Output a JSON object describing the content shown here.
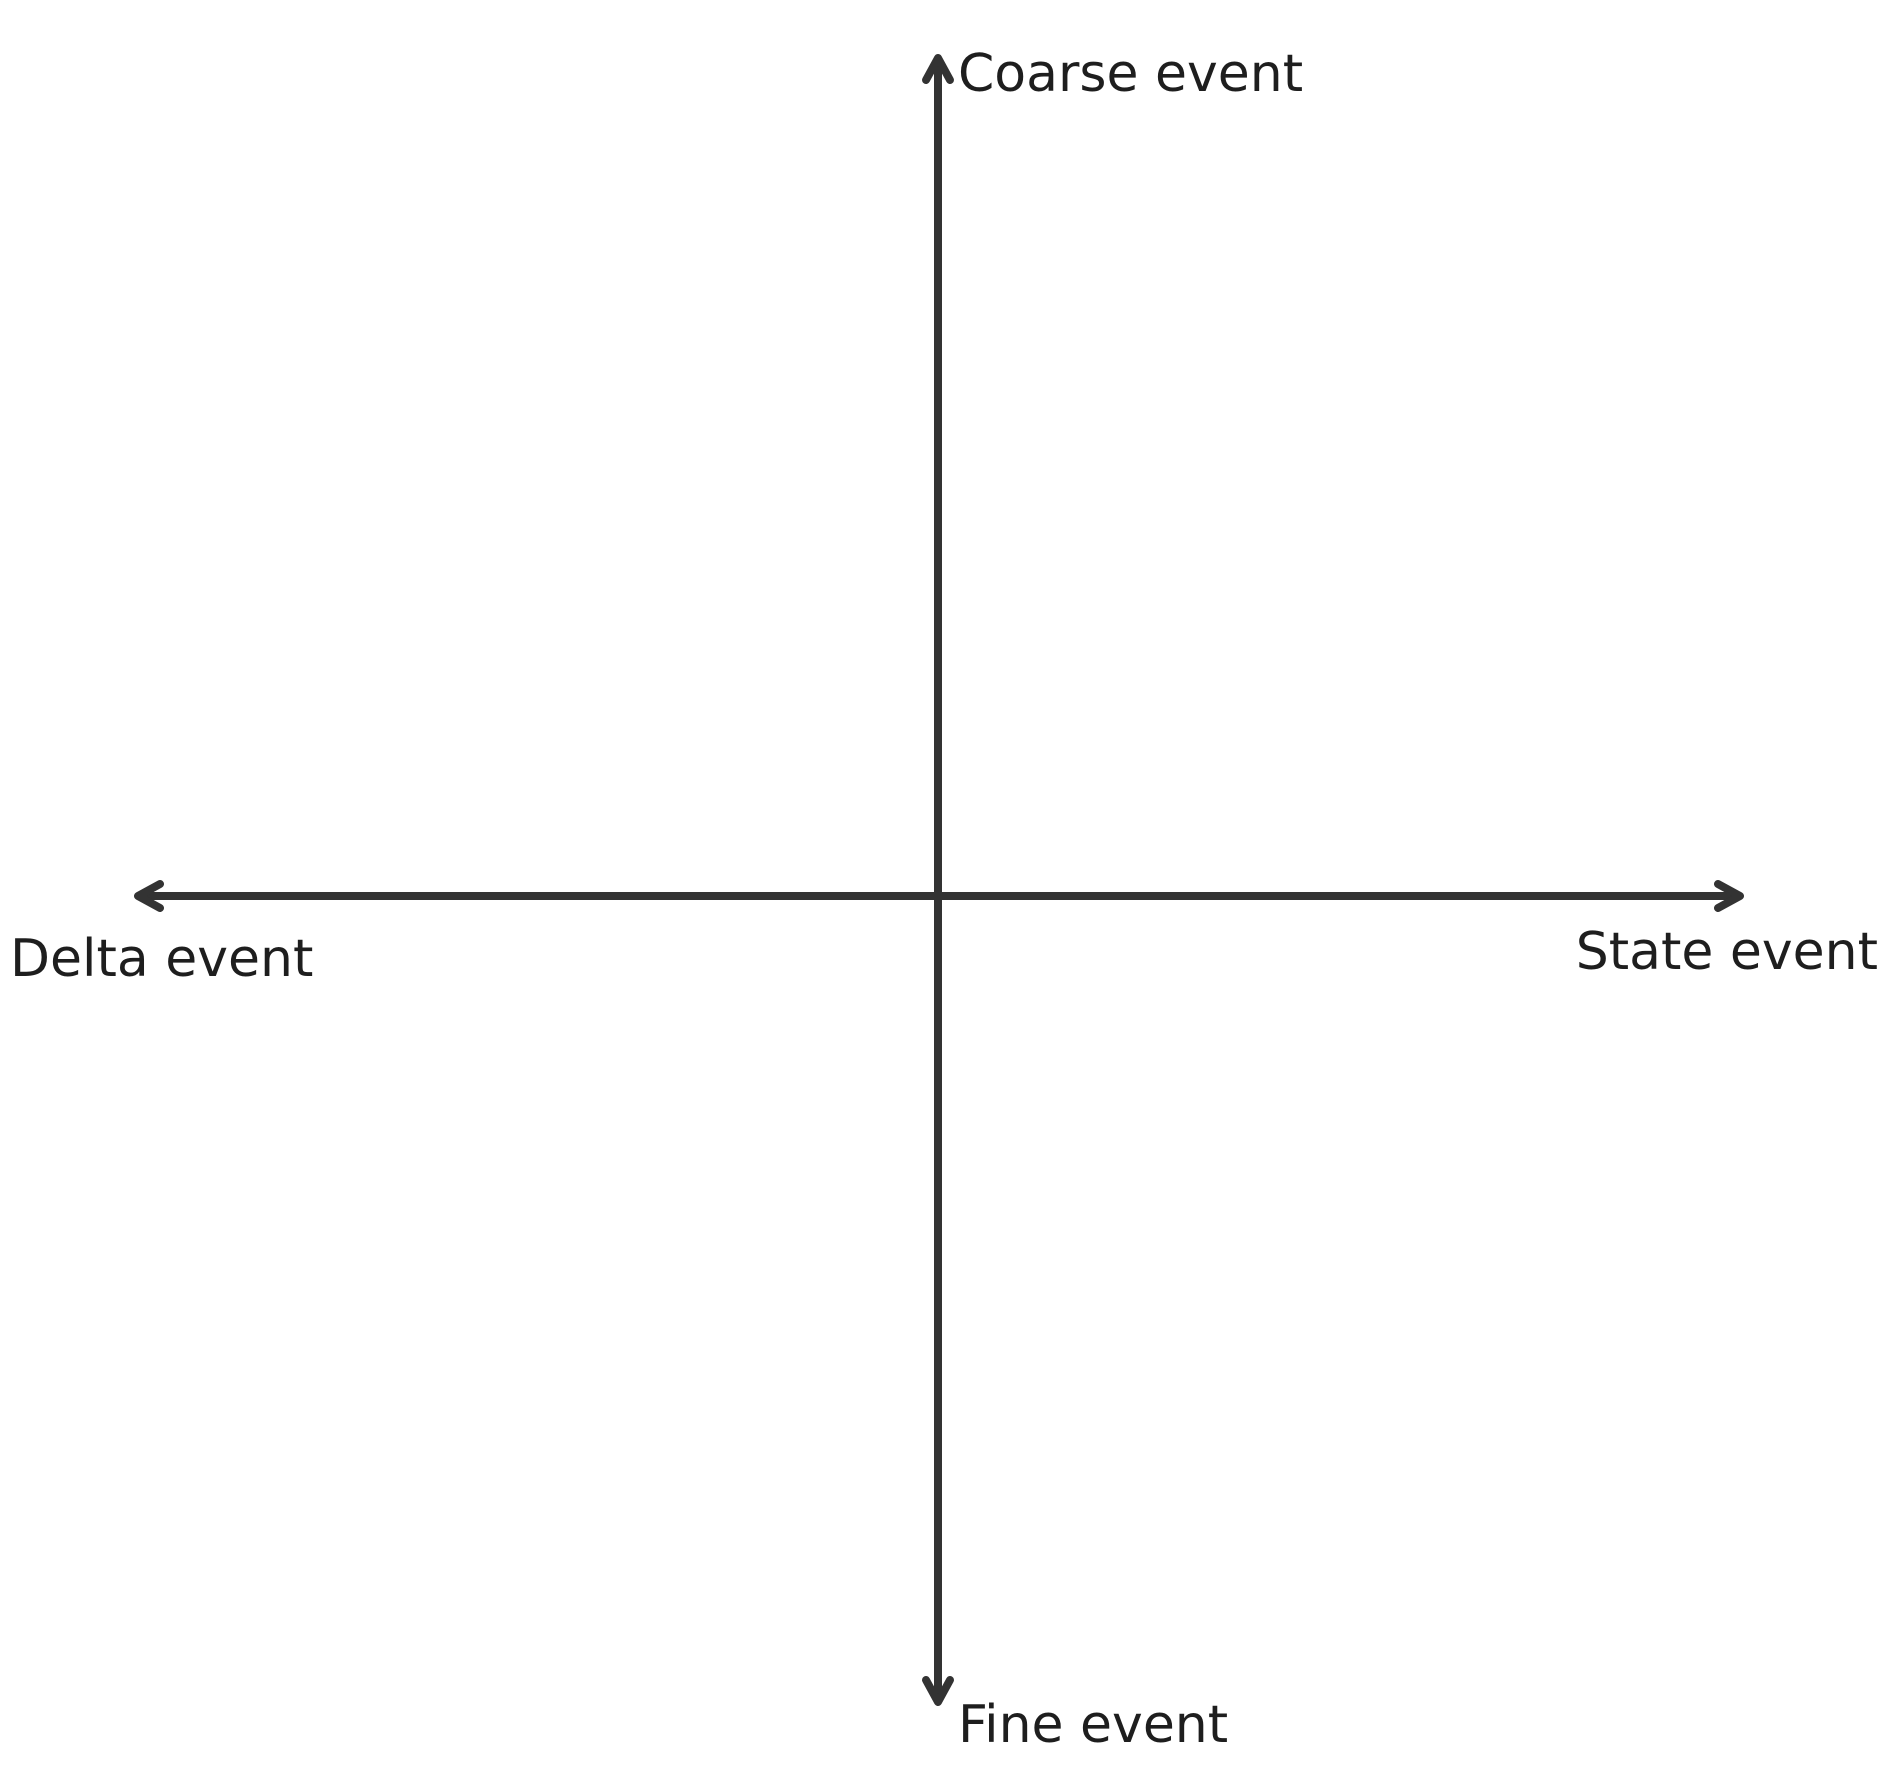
{
  "diagram": {
    "line_color": "#333333",
    "text_color": "#1e1e1e",
    "labels": {
      "top": "Coarse event",
      "bottom": "Fine event",
      "left": "Delta event",
      "right": "State event"
    }
  }
}
